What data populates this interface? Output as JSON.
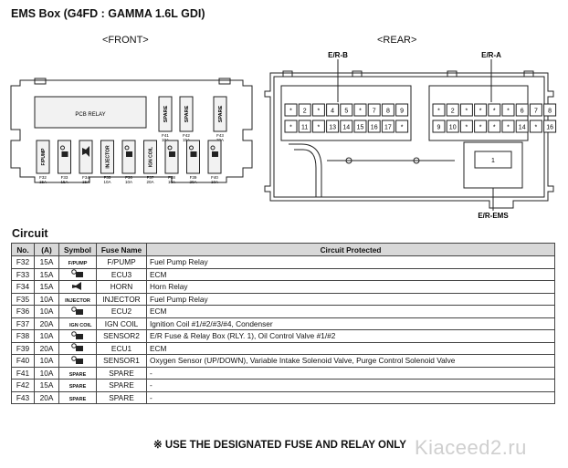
{
  "title": "EMS Box (G4FD : GAMMA 1.6L GDI)",
  "front_label": "<FRONT>",
  "rear_label": "<REAR>",
  "front": {
    "relay_label": "PCB RELAY",
    "spares_top": [
      {
        "name": "SPARE",
        "fuse": "F41",
        "amp": "10A"
      },
      {
        "name": "SPARE",
        "fuse": "F42",
        "amp": "15A"
      },
      {
        "name": "SPARE",
        "fuse": "F43",
        "amp": "20A"
      }
    ],
    "fuses": [
      {
        "name": "F/PUMP",
        "fuse": "F32",
        "amp": "15A",
        "kind": "text"
      },
      {
        "name": "ECU3",
        "fuse": "F33",
        "amp": "15A",
        "kind": "ecu"
      },
      {
        "name": "HORN",
        "fuse": "F34",
        "amp": "15A",
        "kind": "horn"
      },
      {
        "name": "INJECTOR",
        "fuse": "F35",
        "amp": "10A",
        "kind": "text"
      },
      {
        "name": "ECU2",
        "fuse": "F36",
        "amp": "10A",
        "kind": "ecu"
      },
      {
        "name": "IGN COIL",
        "fuse": "F37",
        "amp": "20A",
        "kind": "text"
      },
      {
        "name": "SENSOR2",
        "fuse": "F38",
        "amp": "10A",
        "kind": "ecu"
      },
      {
        "name": "ECU1",
        "fuse": "F39",
        "amp": "20A",
        "kind": "ecu"
      },
      {
        "name": "SENSOR1",
        "fuse": "F40",
        "amp": "10A",
        "kind": "ecu"
      }
    ]
  },
  "rear": {
    "conn_b": "E/R-B",
    "conn_a": "E/R-A",
    "conn_ems": "E/R-EMS",
    "ems_pin": "1",
    "b_row1": [
      "*",
      "2",
      "*",
      "4",
      "5",
      "*",
      "7",
      "8",
      "9"
    ],
    "b_row2": [
      "*",
      "11",
      "*",
      "13",
      "14",
      "15",
      "16",
      "17",
      "*"
    ],
    "a_row1": [
      "*",
      "2",
      "*",
      "*",
      "*",
      "*",
      "6",
      "7",
      "8"
    ],
    "a_row2": [
      "9",
      "10",
      "*",
      "*",
      "*",
      "*",
      "14",
      "*",
      "16"
    ]
  },
  "circuit_heading": "Circuit",
  "table": {
    "headers": {
      "no": "No.",
      "amp": "(A)",
      "symbol": "Symbol",
      "fuse_name": "Fuse Name",
      "circuit": "Circuit Protected"
    },
    "rows": [
      {
        "no": "F32",
        "amp": "15A",
        "symbol": "F/PUMP",
        "sym_kind": "text",
        "fuse_name": "F/PUMP",
        "circuit": "Fuel Pump Relay"
      },
      {
        "no": "F33",
        "amp": "15A",
        "symbol": "",
        "sym_kind": "ecu",
        "fuse_name": "ECU3",
        "circuit": "ECM"
      },
      {
        "no": "F34",
        "amp": "15A",
        "symbol": "",
        "sym_kind": "horn",
        "fuse_name": "HORN",
        "circuit": "Horn Relay"
      },
      {
        "no": "F35",
        "amp": "10A",
        "symbol": "INJECTOR",
        "sym_kind": "text",
        "fuse_name": "INJECTOR",
        "circuit": "Fuel Pump Relay"
      },
      {
        "no": "F36",
        "amp": "10A",
        "symbol": "",
        "sym_kind": "ecu",
        "fuse_name": "ECU2",
        "circuit": "ECM"
      },
      {
        "no": "F37",
        "amp": "20A",
        "symbol": "IGN COIL",
        "sym_kind": "text2",
        "fuse_name": "IGN COIL",
        "circuit": "Ignition Coil #1/#2/#3/#4, Condenser"
      },
      {
        "no": "F38",
        "amp": "10A",
        "symbol": "",
        "sym_kind": "ecu",
        "fuse_name": "SENSOR2",
        "circuit": "E/R Fuse & Relay Box (RLY. 1), Oil Control Valve #1/#2"
      },
      {
        "no": "F39",
        "amp": "20A",
        "symbol": "",
        "sym_kind": "ecu",
        "fuse_name": "ECU1",
        "circuit": "ECM"
      },
      {
        "no": "F40",
        "amp": "10A",
        "symbol": "",
        "sym_kind": "ecu",
        "fuse_name": "SENSOR1",
        "circuit": "Oxygen Sensor (UP/DOWN), Variable Intake Solenoid Valve, Purge Control Solenoid Valve"
      },
      {
        "no": "F41",
        "amp": "10A",
        "symbol": "SPARE",
        "sym_kind": "text",
        "fuse_name": "SPARE",
        "circuit": "-"
      },
      {
        "no": "F42",
        "amp": "15A",
        "symbol": "SPARE",
        "sym_kind": "text",
        "fuse_name": "SPARE",
        "circuit": "-"
      },
      {
        "no": "F43",
        "amp": "20A",
        "symbol": "SPARE",
        "sym_kind": "text",
        "fuse_name": "SPARE",
        "circuit": "-"
      }
    ]
  },
  "note": "※ USE THE DESIGNATED FUSE AND RELAY ONLY",
  "watermark": "Kiaceed2.ru"
}
